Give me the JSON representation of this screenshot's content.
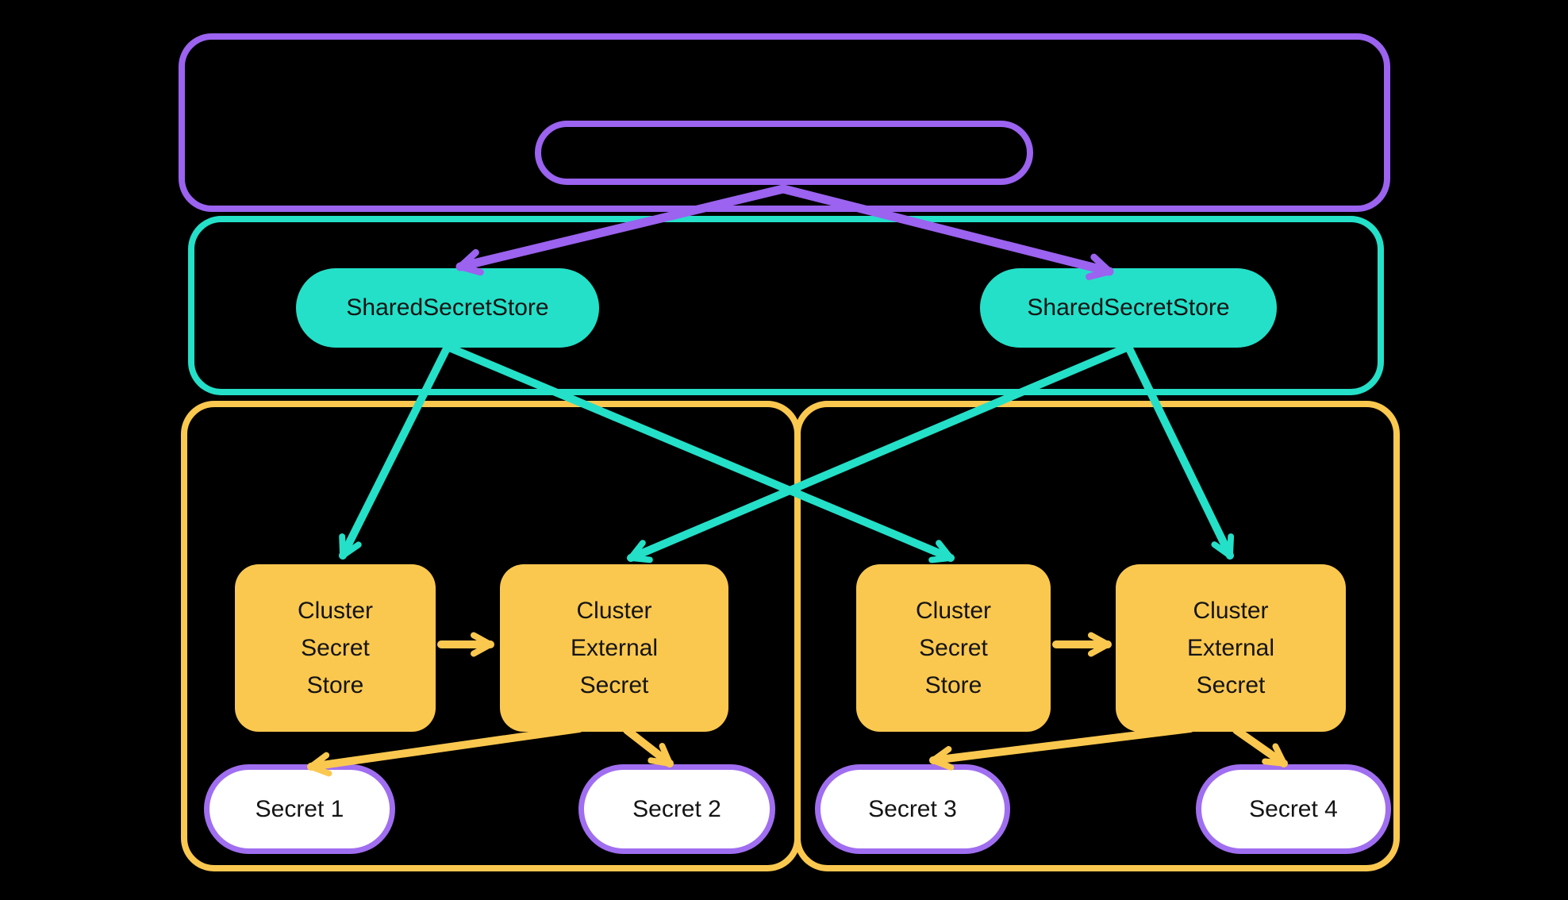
{
  "colors": {
    "purple": "#9b63f0",
    "teal": "#24e0c8",
    "yellow": "#fbc84f",
    "secret_border": "#a06ef0",
    "label_text": "#141414",
    "background": "#000000",
    "node_fill_white": "#ffffff"
  },
  "labels": {
    "shared_secret_store_left": "SharedSecretStore",
    "shared_secret_store_right": "SharedSecretStore",
    "cluster_secret_store_left": "Cluster\nSecret\nStore",
    "cluster_external_secret_left": "Cluster\nExternal\nSecret",
    "cluster_secret_store_right": "Cluster\nSecret\nStore",
    "cluster_external_secret_right": "Cluster\nExternal\nSecret",
    "secret_1": "Secret 1",
    "secret_2": "Secret 2",
    "secret_3": "Secret 3",
    "secret_4": "Secret 4"
  }
}
